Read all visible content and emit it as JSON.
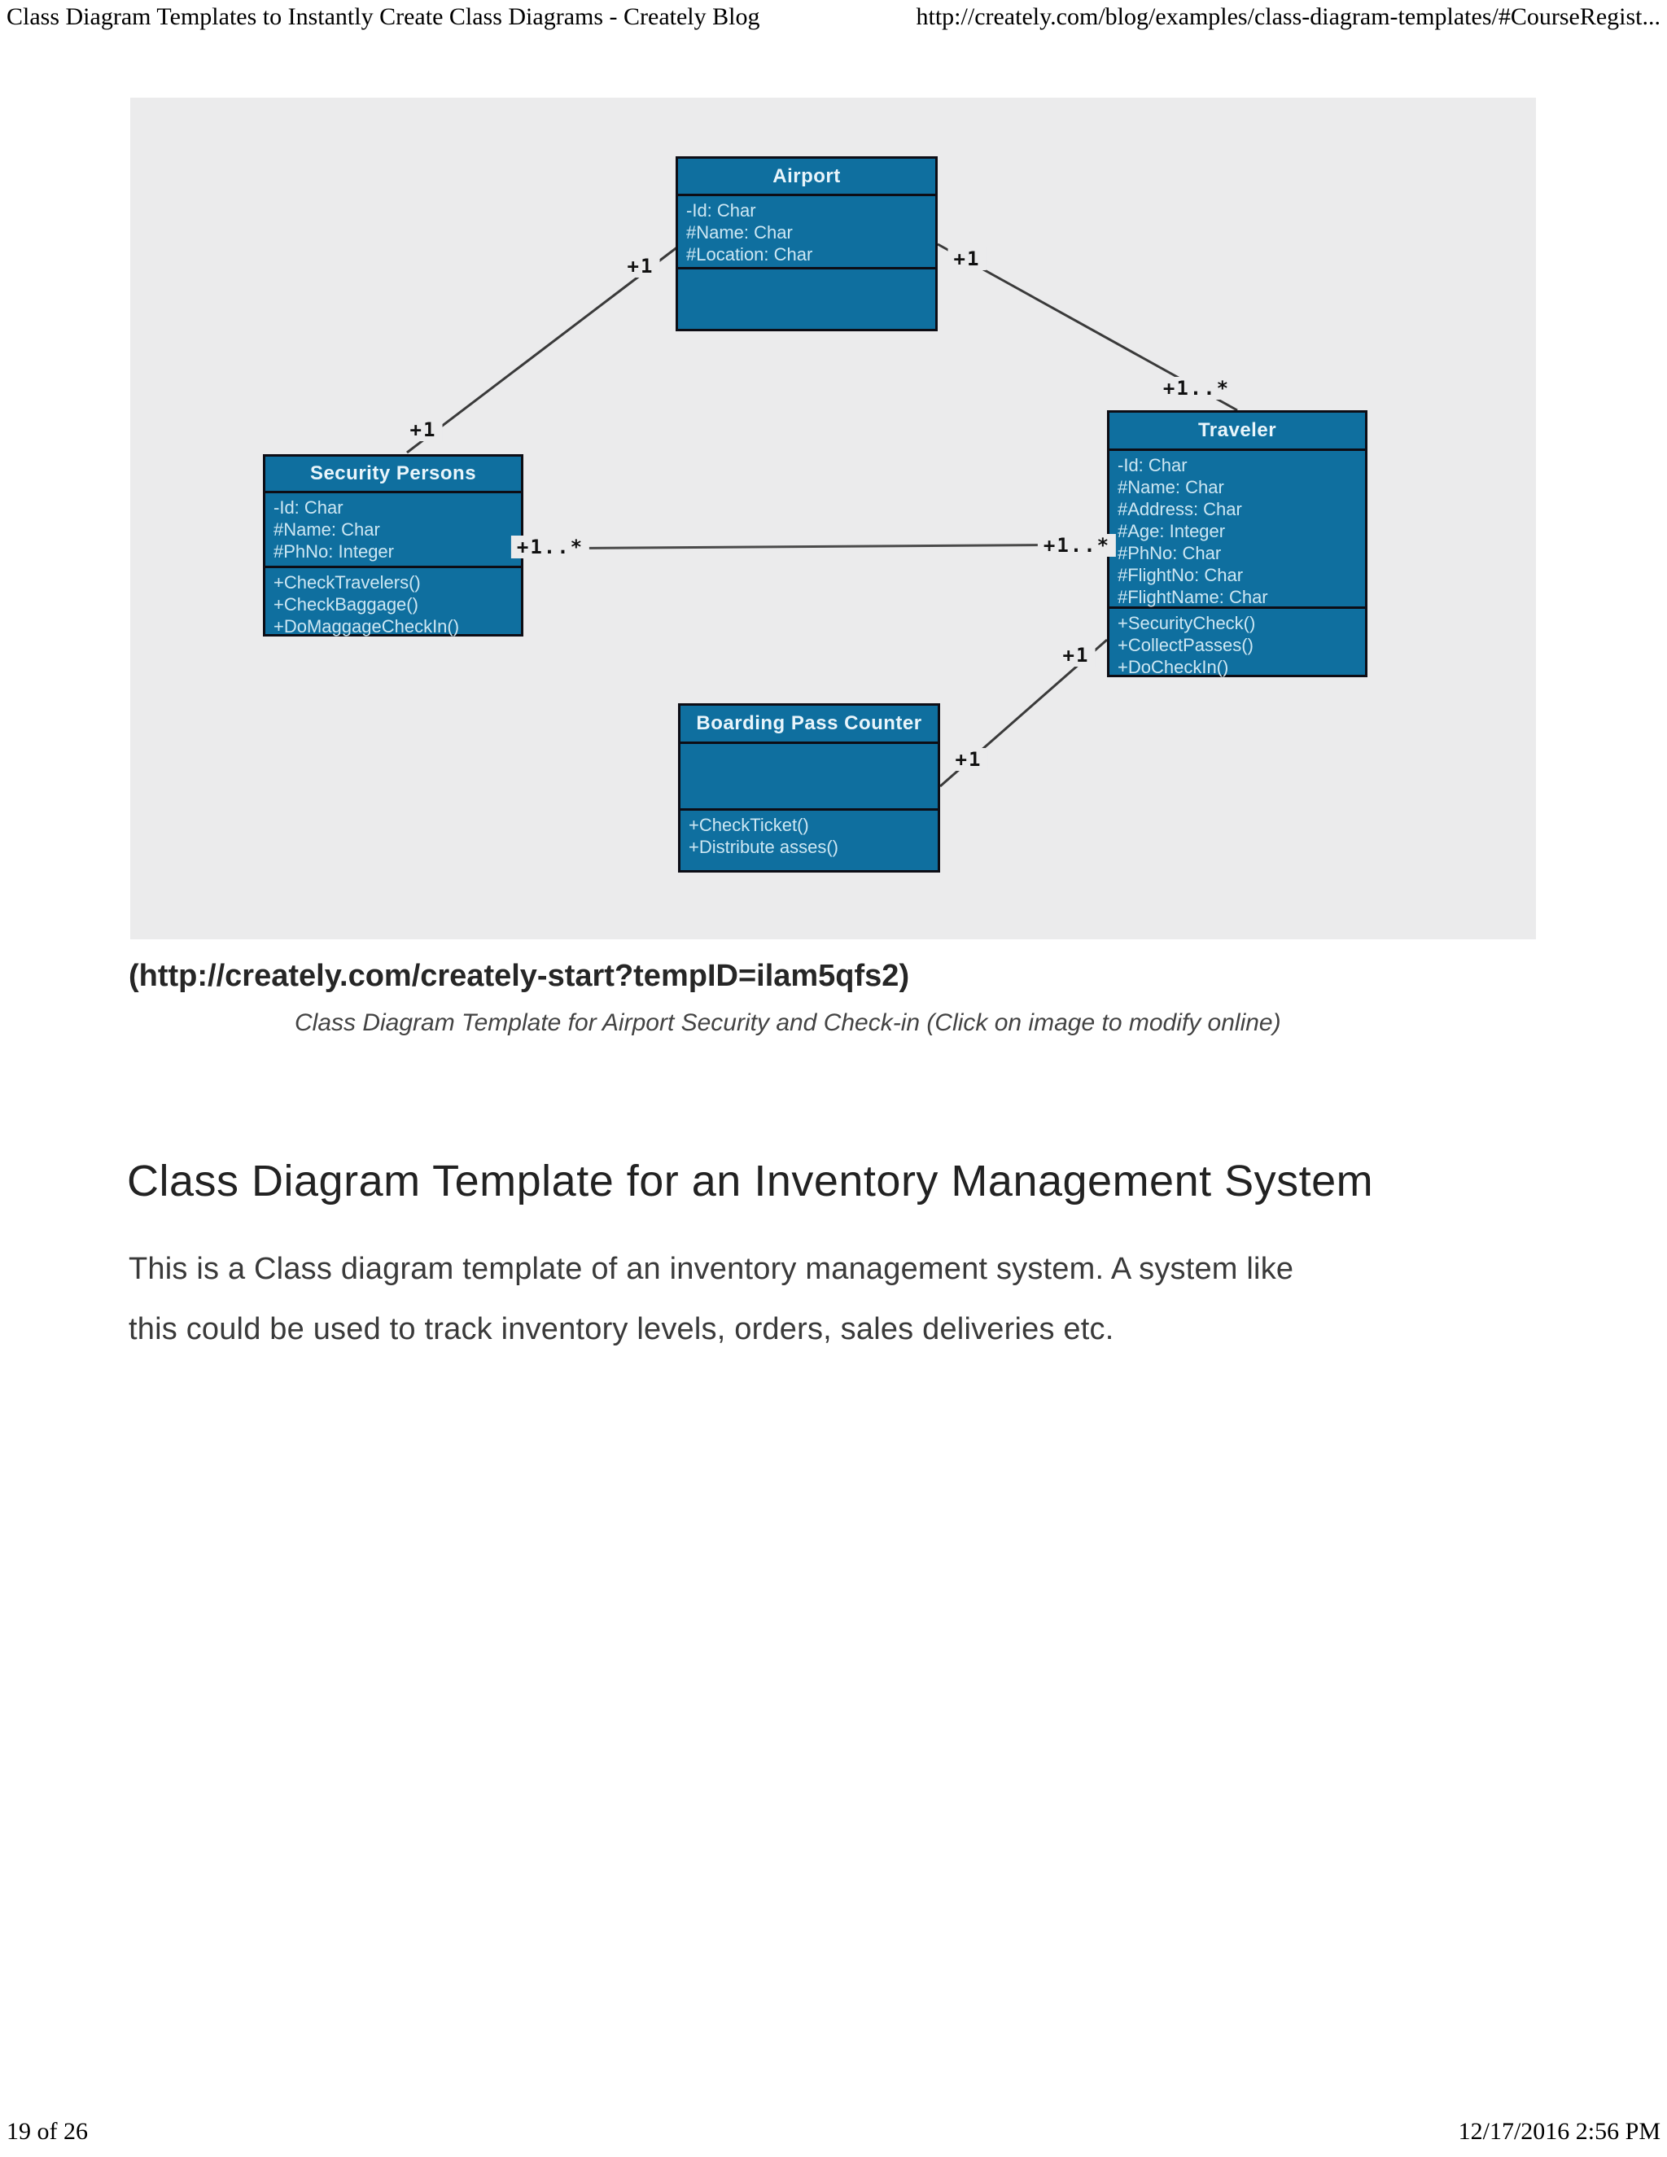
{
  "print": {
    "header_title": "Class Diagram Templates to Instantly Create Class Diagrams - Creately Blog",
    "header_url": "http://creately.com/blog/examples/class-diagram-templates/#CourseRegist...",
    "footer_page": "19 of 26",
    "footer_datetime": "12/17/2016 2:56 PM"
  },
  "content": {
    "link_text": "(http://creately.com/creately-start?tempID=ilam5qfs2)",
    "caption": "Class Diagram Template for Airport Security and Check-in (Click on image to modify online)",
    "heading": "Class Diagram Template for an Inventory Management System",
    "paragraph_lines": [
      "This is a Class diagram template of an inventory management system. A system like",
      "this could be used to track inventory levels, orders, sales deliveries etc."
    ]
  },
  "diagram": {
    "classes": [
      {
        "name": "Airport",
        "attributes": [
          "-Id: Char",
          "#Name: Char",
          "#Location: Char"
        ],
        "methods": []
      },
      {
        "name": "Security Persons",
        "attributes": [
          "-Id: Char",
          "#Name: Char",
          "#PhNo: Integer"
        ],
        "methods": [
          "+CheckTravelers()",
          "+CheckBaggage()",
          "+DoMaggageCheckIn()"
        ]
      },
      {
        "name": "Traveler",
        "attributes": [
          "-Id: Char",
          "#Name: Char",
          "#Address: Char",
          "#Age: Integer",
          "#PhNo: Char",
          "#FlightNo: Char",
          "#FlightName: Char"
        ],
        "methods": [
          "+SecurityCheck()",
          "+CollectPasses()",
          "+DoCheckIn()"
        ]
      },
      {
        "name": "Boarding Pass Counter",
        "attributes": [],
        "methods": [
          "+CheckTicket()",
          "+Distribute asses()"
        ]
      }
    ],
    "relations": [
      {
        "from": "Security Persons",
        "to": "Airport",
        "from_mult": "+1",
        "to_mult": "+1"
      },
      {
        "from": "Airport",
        "to": "Traveler",
        "from_mult": "+1",
        "to_mult": "+1..*"
      },
      {
        "from": "Security Persons",
        "to": "Traveler",
        "from_mult": "+1..*",
        "to_mult": "+1..*"
      },
      {
        "from": "Boarding Pass Counter",
        "to": "Traveler",
        "from_mult": "+1",
        "to_mult": "+1"
      }
    ],
    "colors": {
      "class_fill": "#0f6f9f",
      "class_border": "#0d0d15",
      "class_text": "#cde7f3",
      "connector": "#3a3a3a",
      "canvas_bg": "#ebebec"
    }
  }
}
